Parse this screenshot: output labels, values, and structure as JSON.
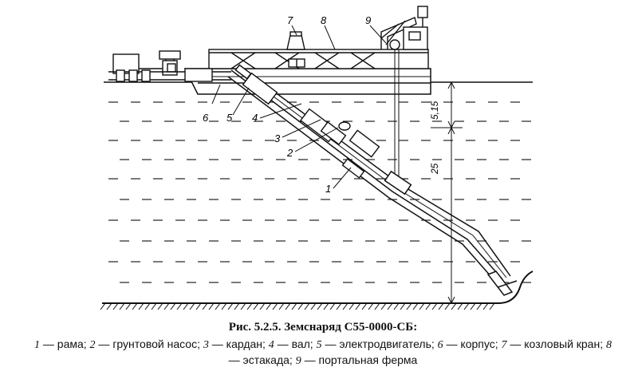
{
  "labels": {
    "l1": "1",
    "l2": "2",
    "l3": "3",
    "l4": "4",
    "l5": "5",
    "l6": "6",
    "l7": "7",
    "l8": "8",
    "l9": "9"
  },
  "dimensions": {
    "d1": "5,15",
    "d2": "25"
  },
  "caption": {
    "title": "Рис. 5.2.5. Земснаряд С55-0000-СБ:",
    "legend": [
      {
        "num": "1",
        "text": " — рама; "
      },
      {
        "num": "2",
        "text": " — грунтовой насос; "
      },
      {
        "num": "3",
        "text": " — кардан; "
      },
      {
        "num": "4",
        "text": " — вал; "
      },
      {
        "num": "5",
        "text": " — электродвигатель; "
      },
      {
        "num": "6",
        "text": " — корпус; "
      },
      {
        "num": "7",
        "text": " — козловый кран; "
      },
      {
        "num": "8",
        "text": " — эстакада; "
      },
      {
        "num": "9",
        "text": " — портальная ферма"
      }
    ]
  }
}
